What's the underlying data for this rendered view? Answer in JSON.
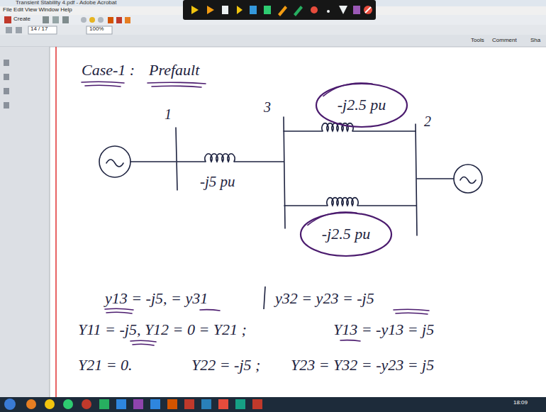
{
  "diagram": {
    "nodes": [
      {
        "text": [
          "-j2.5 pu"
        ]
      },
      {
        "text": [
          "-j2.5 pu"
        ]
      }
    ],
    "labels": [
      "Transient Stability 4.pdf - Adobe Acrobat",
      "File Edit View Window Help",
      "Create",
      "14 / 17",
      "100%",
      "Tools",
      "Comment",
      "Sha",
      "Case-1 :",
      "Prefault",
      "1",
      "3",
      "2",
      "-j5 pu",
      "y13 = -j5, = y31",
      "y32 = y23 = -j5",
      "Y11 = -j5, Y12 = 0 = Y21 ;",
      "Y13 = -y13 = j5",
      "Y21 = 0.",
      "Y22 = -j5 ;",
      "Y23 = Y32 = -y23 = j5",
      "18:09"
    ]
  }
}
